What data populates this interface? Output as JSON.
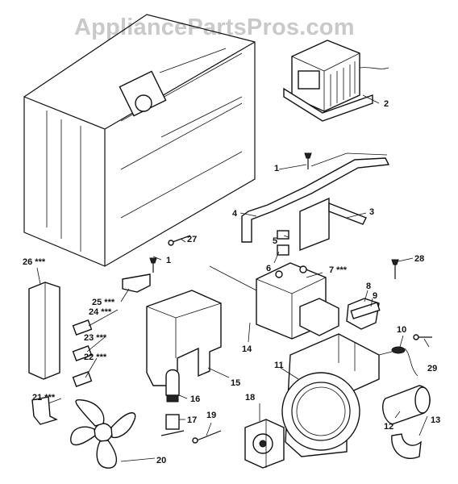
{
  "watermark": "AppliancePartsPros.com",
  "callouts": [
    {
      "id": "c1a",
      "text": "1"
    },
    {
      "id": "c1b",
      "text": "1"
    },
    {
      "id": "c2",
      "text": "2"
    },
    {
      "id": "c3",
      "text": "3"
    },
    {
      "id": "c4",
      "text": "4"
    },
    {
      "id": "c5",
      "text": "5"
    },
    {
      "id": "c6",
      "text": "6"
    },
    {
      "id": "c7",
      "text": "7 ***"
    },
    {
      "id": "c8",
      "text": "8"
    },
    {
      "id": "c9",
      "text": "9"
    },
    {
      "id": "c10",
      "text": "10"
    },
    {
      "id": "c11",
      "text": "11"
    },
    {
      "id": "c12",
      "text": "12"
    },
    {
      "id": "c13",
      "text": "13"
    },
    {
      "id": "c14",
      "text": "14"
    },
    {
      "id": "c15",
      "text": "15"
    },
    {
      "id": "c16",
      "text": "16"
    },
    {
      "id": "c17",
      "text": "17"
    },
    {
      "id": "c18",
      "text": "18"
    },
    {
      "id": "c19",
      "text": "19"
    },
    {
      "id": "c20",
      "text": "20"
    },
    {
      "id": "c21",
      "text": "21 ***"
    },
    {
      "id": "c22",
      "text": "22 ***"
    },
    {
      "id": "c23",
      "text": "23 ***"
    },
    {
      "id": "c24",
      "text": "24 ***"
    },
    {
      "id": "c25",
      "text": "25 ***"
    },
    {
      "id": "c26",
      "text": "26 ***"
    },
    {
      "id": "c27",
      "text": "27"
    },
    {
      "id": "c28",
      "text": "28"
    },
    {
      "id": "c29",
      "text": "29"
    }
  ]
}
